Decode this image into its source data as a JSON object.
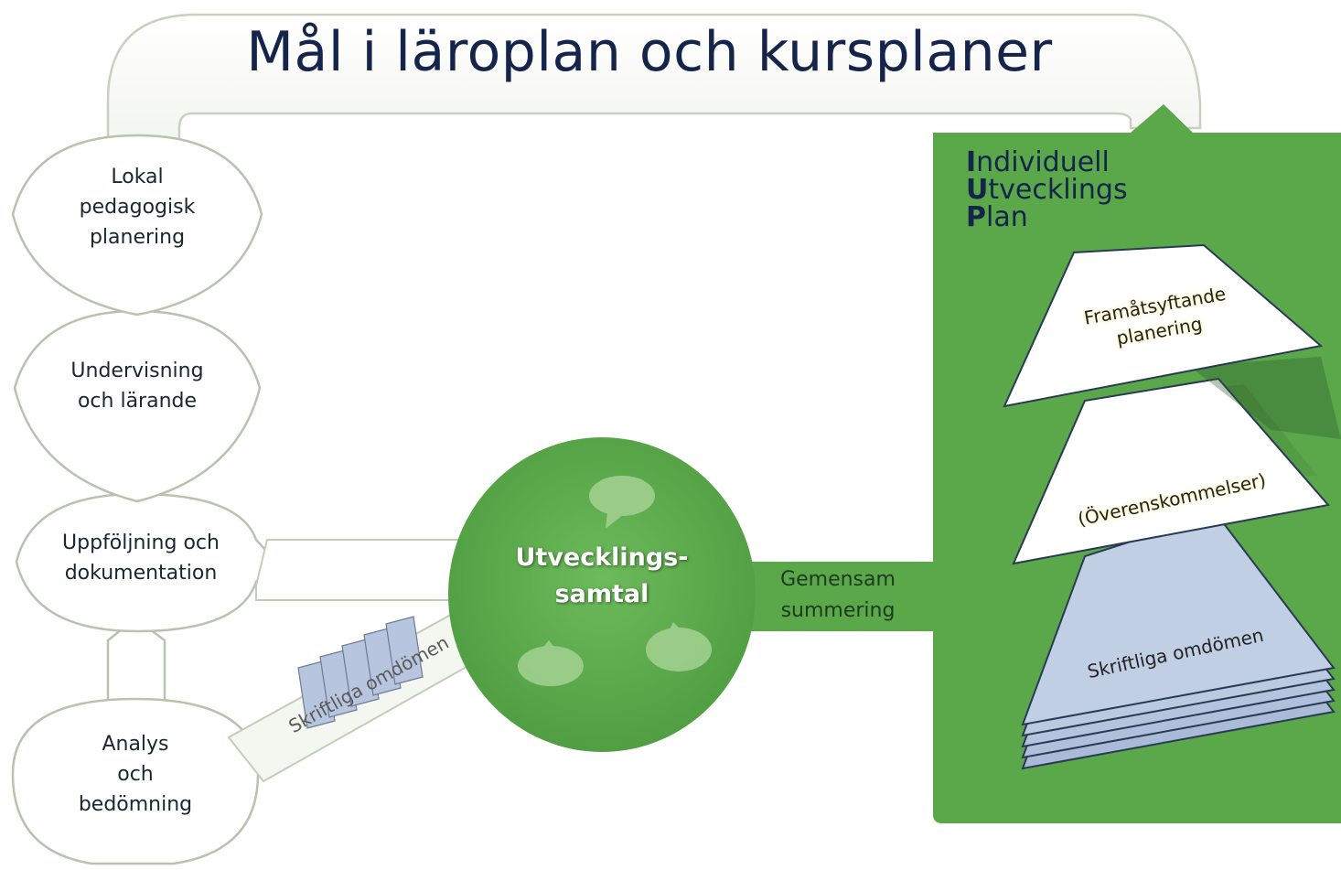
{
  "title": "Mål i läroplan och kursplaner",
  "cycle_nodes": [
    {
      "lines": [
        "Lokal",
        "pedagogisk",
        "planering"
      ]
    },
    {
      "lines": [
        "Undervisning",
        "och lärande"
      ]
    },
    {
      "lines": [
        "Uppföljning och",
        "dokumentation"
      ]
    },
    {
      "lines": [
        "Analys",
        "och",
        "bedömning"
      ]
    }
  ],
  "documents_label": "Skriftliga omdömen",
  "center": {
    "line1": "Utvecklings-",
    "line2": "samtal"
  },
  "summary": {
    "line1": "Gemensam",
    "line2": "summering"
  },
  "iup": {
    "line1": {
      "initial": "I",
      "rest": "ndividuell"
    },
    "line2": {
      "initial": "U",
      "rest": "tvecklings"
    },
    "line3": {
      "initial": "P",
      "rest": "lan"
    }
  },
  "layers": [
    {
      "lines": [
        "Framåtsyftande",
        "planering"
      ]
    },
    {
      "lines": [
        "(Överenskommelser)"
      ]
    },
    {
      "lines": [
        "Skriftliga omdömen"
      ]
    }
  ],
  "colors": {
    "green": "#5aa84a",
    "green_dark": "#3f8a36",
    "title": "#14244a",
    "layer_white": "#ffffff",
    "layer_blue": "#c4d2e6"
  }
}
